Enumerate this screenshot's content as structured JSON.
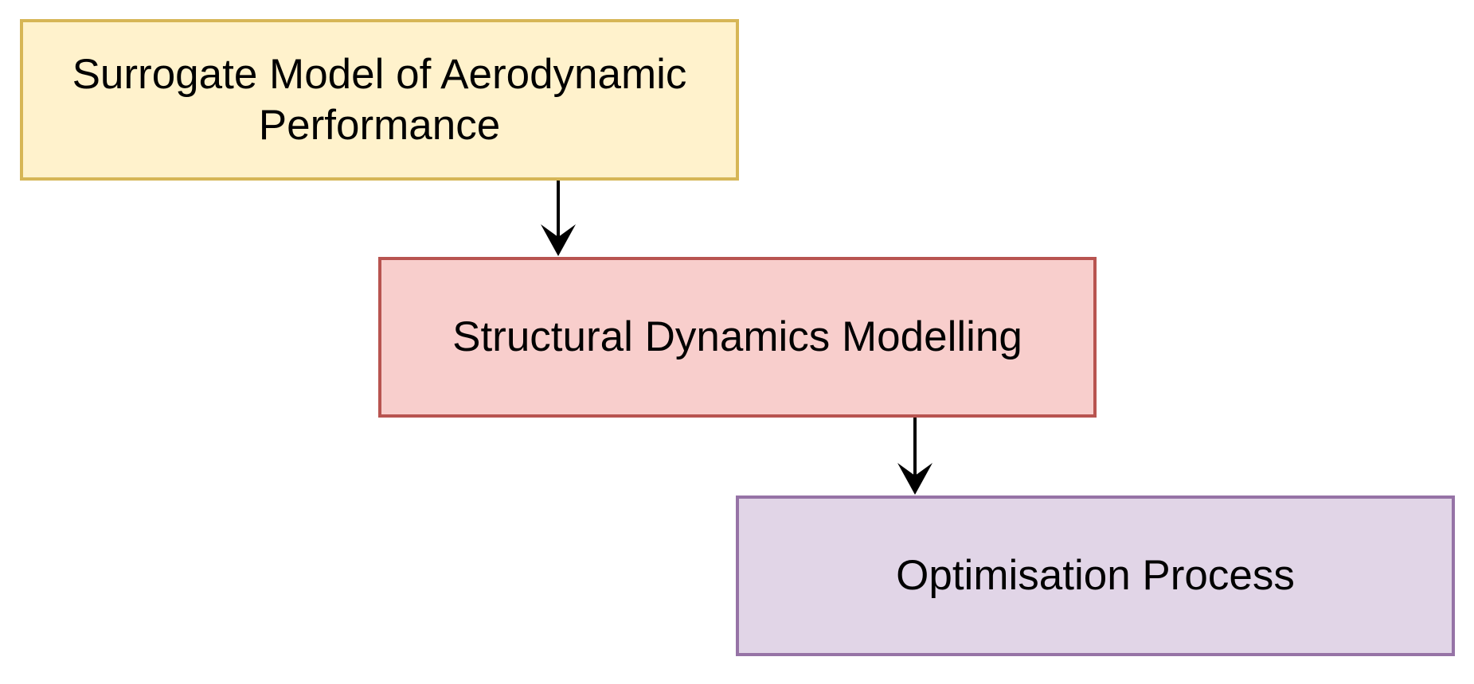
{
  "diagram": {
    "nodes": [
      {
        "id": "aero",
        "label": "Surrogate Model of Aerodynamic Performance",
        "fill": "#fff2cc",
        "stroke": "#d6b656"
      },
      {
        "id": "struct",
        "label": "Structural Dynamics Modelling",
        "fill": "#f8cecc",
        "stroke": "#b85450"
      },
      {
        "id": "opt",
        "label": "Optimisation Process",
        "fill": "#e1d5e7",
        "stroke": "#9673a6"
      }
    ],
    "edges": [
      {
        "from": "aero",
        "to": "struct"
      },
      {
        "from": "struct",
        "to": "opt"
      }
    ],
    "edge_color": "#000000"
  }
}
